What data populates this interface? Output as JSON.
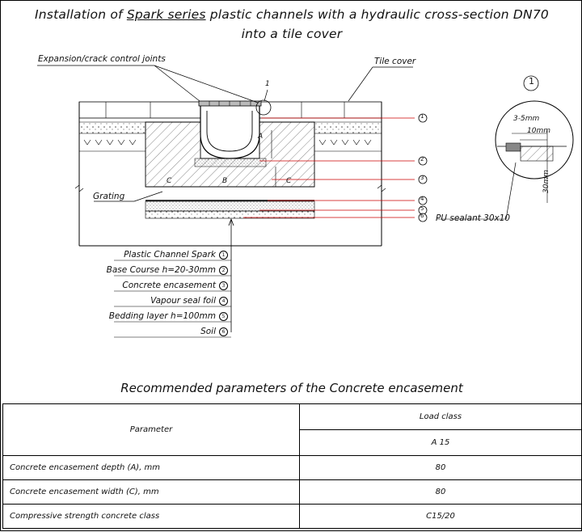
{
  "title": {
    "prefix": "Installation of ",
    "series": "Spark series",
    "suffix": " plastic channels with a hydraulic cross-section DN70",
    "line2": "into a tile cover"
  },
  "labels": {
    "expansion": "Expansion/crack control joints",
    "tile_cover": "Tile cover",
    "grating": "Grating",
    "detail_callout": "1",
    "dim_a": "A",
    "dim_b": "B",
    "dim_c1": "C",
    "dim_c2": "C"
  },
  "callouts": [
    "1",
    "2",
    "3",
    "4",
    "5",
    "6"
  ],
  "legend": [
    {
      "text": "Plastic Channel Spark",
      "num": "1"
    },
    {
      "text": "Base Course h=20-30mm",
      "num": "2"
    },
    {
      "text": "Concrete encasement",
      "num": "3"
    },
    {
      "text": "Vapour seal foil",
      "num": "4"
    },
    {
      "text": "Bedding layer h=100mm",
      "num": "5"
    },
    {
      "text": "Soil",
      "num": "6"
    }
  ],
  "detail": {
    "number": "1",
    "dim_gap": "3-5mm",
    "dim_width": "10mm",
    "dim_depth": "30mm",
    "sealant": "PU sealant 30x10"
  },
  "table": {
    "caption": "Recommended parameters of the Concrete encasement",
    "param_header": "Parameter",
    "load_header": "Load class",
    "load_value": "A 15",
    "rows": [
      {
        "param": "Concrete encasement depth (A), mm",
        "value": "80"
      },
      {
        "param": "Concrete encasement width (C), mm",
        "value": "80"
      },
      {
        "param": "Compressive strength concrete class",
        "value": "C15/20"
      }
    ]
  }
}
